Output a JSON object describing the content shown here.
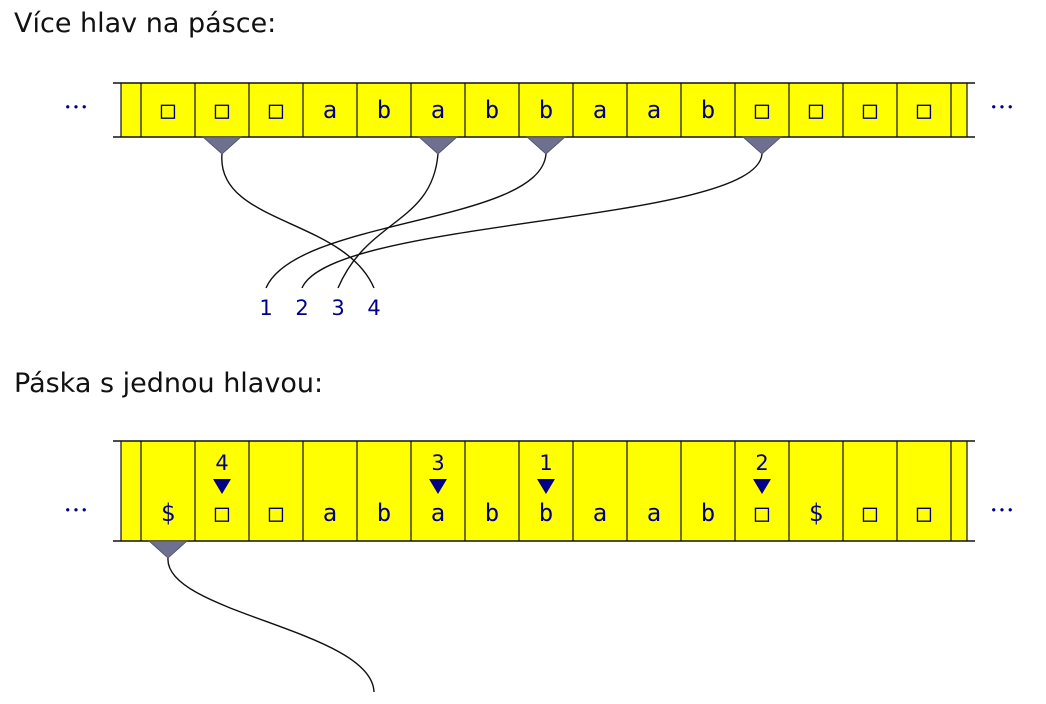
{
  "title_multi": "Více hlav na pásce:",
  "title_single": "Páska s jednou hlavou:",
  "ellipsis": "···",
  "blank_symbol": "□",
  "colors": {
    "tape_fill": "#ffff00",
    "symbol_text": "#00008b",
    "head_fill": "#6f6f8f",
    "marker": "#00008b",
    "line": "#111111"
  },
  "tape_multi": {
    "cells": [
      "□",
      "□",
      "□",
      "a",
      "b",
      "a",
      "b",
      "b",
      "a",
      "a",
      "b",
      "□",
      "□",
      "□",
      "□"
    ],
    "heads_at_cell": [
      1,
      5,
      7,
      11
    ],
    "head_labels": [
      "1",
      "2",
      "3",
      "4"
    ],
    "wiring": [
      {
        "head_cell": 1,
        "label": "4"
      },
      {
        "head_cell": 5,
        "label": "3"
      },
      {
        "head_cell": 7,
        "label": "1"
      },
      {
        "head_cell": 11,
        "label": "2"
      }
    ]
  },
  "tape_single": {
    "cells": [
      "$",
      "□",
      "□",
      "a",
      "b",
      "a",
      "b",
      "b",
      "a",
      "a",
      "b",
      "□",
      "$",
      "□",
      "□"
    ],
    "marks": [
      {
        "cell": 1,
        "label": "4"
      },
      {
        "cell": 5,
        "label": "3"
      },
      {
        "cell": 7,
        "label": "1"
      },
      {
        "cell": 11,
        "label": "2"
      }
    ],
    "head_cell": 0
  }
}
